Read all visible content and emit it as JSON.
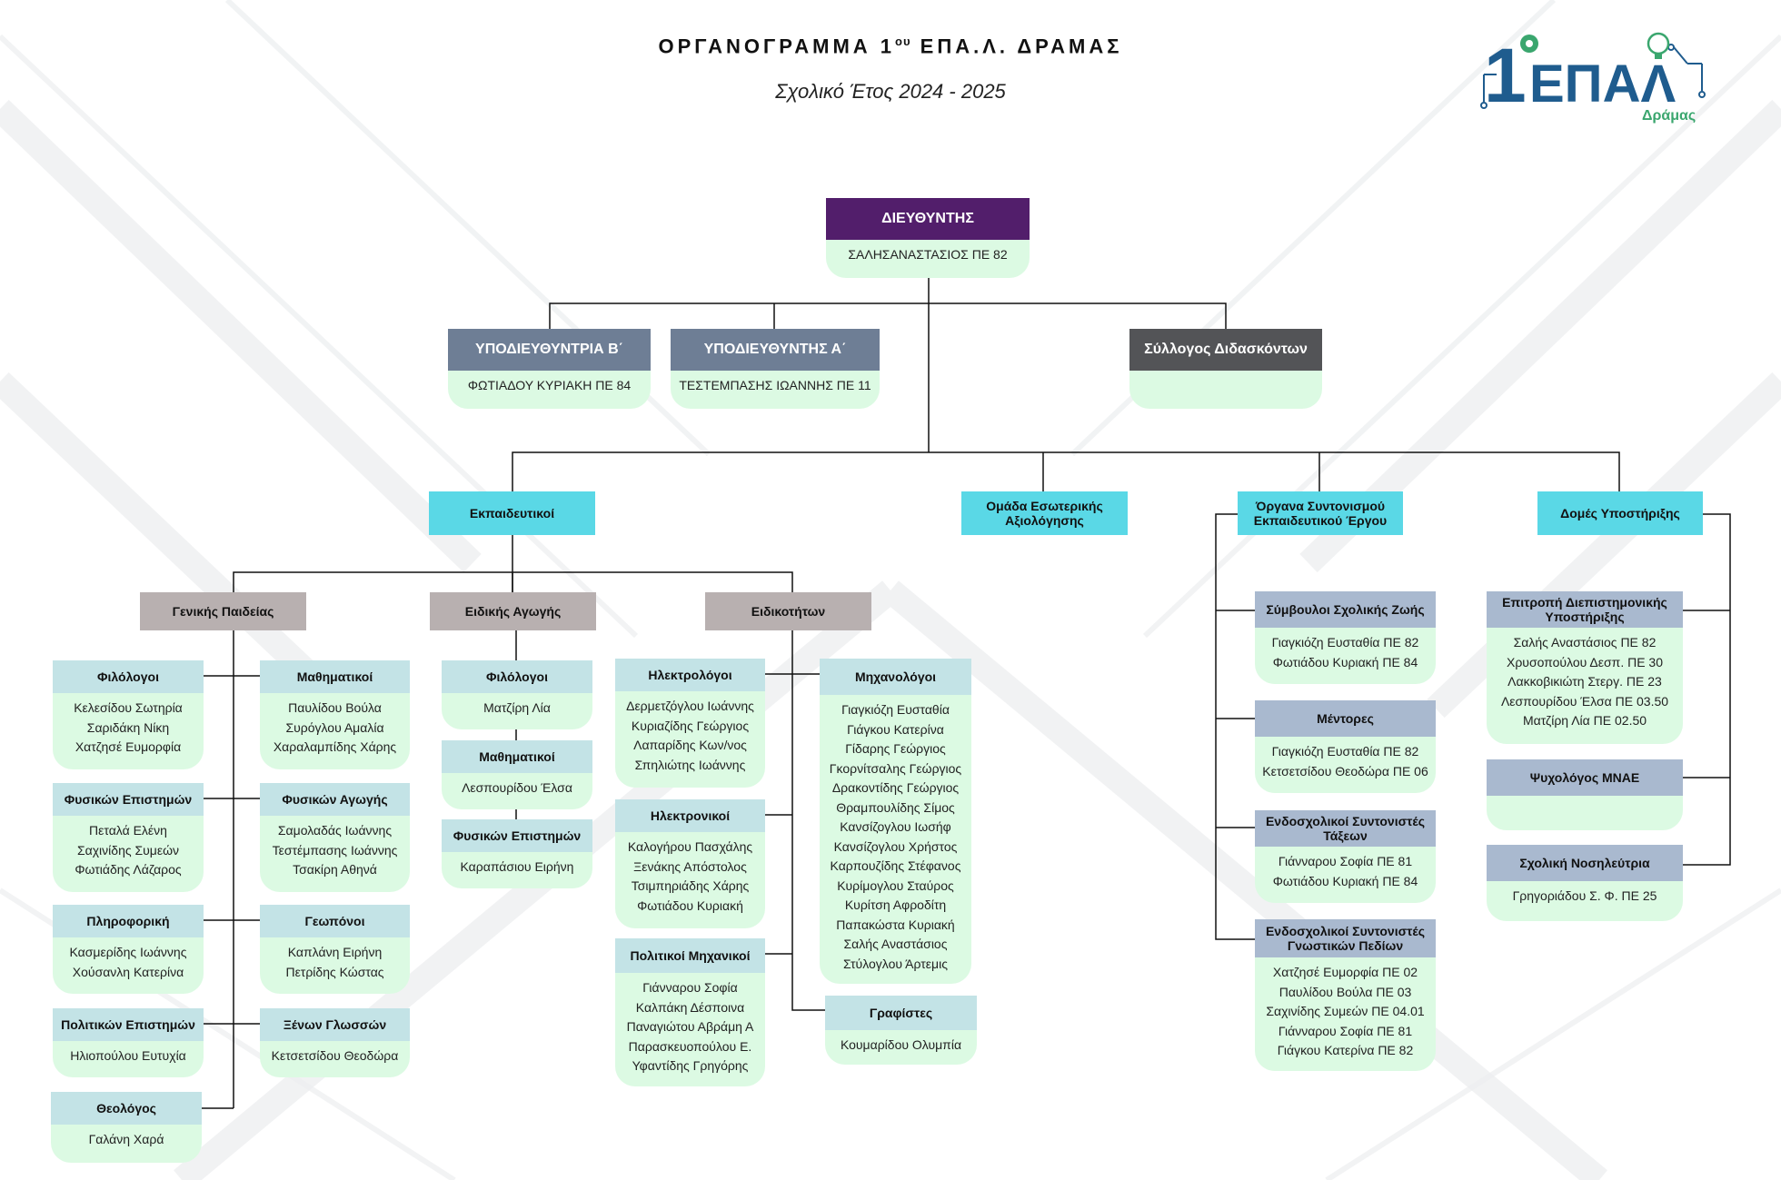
{
  "title": {
    "prefix": "ΟΡΓΑΝΟΓΡΑΜΜΑ  1",
    "sup": "ου",
    "suffix": " ΕΠΑ.Λ. ΔΡΑΜΑΣ"
  },
  "subtitle": "Σχολικό Έτος  2024 - 2025",
  "logo": {
    "numeral": "1",
    "word": "ΕΠΑΛ",
    "city": "Δράμας"
  },
  "colors": {
    "accent_purple": "#521e6b",
    "slate": "#6e7e95",
    "cyan": "#5ad8e6",
    "mint": "#dcfae3",
    "logo_blue": "#1f5c8e",
    "logo_green": "#3aa66e"
  },
  "nodes": {
    "director": {
      "title": "ΔΙΕΥΘΥΝΤΗΣ",
      "items": [
        "ΣΑΛΗΣΑΝΑΣΤΑΣΙΟΣ ΠΕ 82"
      ]
    },
    "deputy_b": {
      "title": "ΥΠΟΔΙΕΥΘΥΝΤΡΙΑ Β΄",
      "items": [
        "ΦΩΤΙΑΔΟΥ ΚΥΡΙΑΚΗ ΠΕ 84"
      ]
    },
    "deputy_a": {
      "title": "ΥΠΟΔΙΕΥΘΥΝΤΗΣ Α΄",
      "items": [
        "ΤΕΣΤΕΜΠΑΣΗΣ ΙΩΑΝΝΗΣ ΠΕ 11"
      ]
    },
    "teachers_council": {
      "title": "Σύλλογος Διδασκόντων",
      "items": []
    },
    "teachers": {
      "title": "Εκπαιδευτικοί"
    },
    "internal_evaluation": {
      "title": "Ομάδα Εσωτερικής Αξιολόγησης"
    },
    "coordination": {
      "title": "Όργανα Συντονισμού Εκπαιδευτικού Έργου"
    },
    "support": {
      "title": "Δομές Υποστήριξης"
    },
    "general_ed": {
      "title": "Γενικής Παιδείας"
    },
    "special_ed": {
      "title": "Ειδικής Αγωγής"
    },
    "specialties": {
      "title": "Ειδικοτήτων"
    },
    "philologists": {
      "title": "Φιλόλογοι",
      "items": [
        "Κελεσίδου Σωτηρία",
        "Σαριδάκη Νίκη",
        "Χατζησέ Ευμορφία"
      ]
    },
    "mathematicians": {
      "title": "Μαθηματικοί",
      "items": [
        "Παυλίδου Βούλα",
        "Συρόγλου Αμαλία",
        "Χαραλαμπίδης Χάρης"
      ]
    },
    "natural_sciences": {
      "title": "Φυσικών Επιστημών",
      "items": [
        "Πεταλά Ελένη",
        "Σαχινίδης Συμεών",
        "Φωτιάδης Λάζαρος"
      ]
    },
    "physical_ed": {
      "title": "Φυσικών Αγωγής",
      "items": [
        "Σαμολαδάς Ιωάννης",
        "Τεστέμπασης Ιωάννης",
        "Τσακίρη Αθηνά"
      ]
    },
    "informatics": {
      "title": "Πληροφορική",
      "items": [
        "Κασμερίδης Ιωάννης",
        "Χούσανλη Κατερίνα"
      ]
    },
    "agronomists": {
      "title": "Γεωπόνοι",
      "items": [
        "Καπλάνη Ειρήνη",
        "Πετρίδης Κώστας"
      ]
    },
    "political_sciences": {
      "title": "Πολιτικών Επιστημών",
      "items": [
        "Ηλιοπούλου Ευτυχία"
      ]
    },
    "foreign_languages": {
      "title": "Ξένων Γλωσσών",
      "items": [
        "Κετσετσίδου Θεοδώρα"
      ]
    },
    "theologian": {
      "title": "Θεολόγος",
      "items": [
        "Γαλάνη Χαρά"
      ]
    },
    "special_philologists": {
      "title": "Φιλόλογοι",
      "items": [
        "Ματζίρη Λία"
      ]
    },
    "special_mathematicians": {
      "title": "Μαθηματικοί",
      "items": [
        "Λεσπουρίδου Έλσα"
      ]
    },
    "special_natural_sciences": {
      "title": "Φυσικών Επιστημών",
      "items": [
        "Καραπάσιου Ειρήνη"
      ]
    },
    "electricians": {
      "title": "Ηλεκτρολόγοι",
      "items": [
        "Δερμετζόγλου Ιωάννης",
        "Κυριαζίδης Γεώργιος",
        "Λαπαρίδης Κων/νος",
        "Σπηλιώτης Ιωάννης"
      ]
    },
    "mechanical": {
      "title": "Μηχανολόγοι",
      "items": [
        "Γιαγκιόζη Ευσταθία",
        "Γιάγκου Κατερίνα",
        "Γίδαρης Γεώργιος",
        "Γκορνίτσαλης Γεώργιος",
        "Δρακοντίδης Γεώργιος",
        "Θραμπουλίδης Σίμος",
        "Κανσίζογλου Ιωσήφ",
        "Κανσίζογλου Χρήστος",
        "Καρπουζίδης Στέφανος",
        "Κυρίμογλου Σταύρος",
        "Κυρίτση Αφροδίτη",
        "Παπακώστα Κυριακή",
        "Σαλής Αναστάσιος",
        "Στύλογλου Άρτεμις"
      ]
    },
    "electronics": {
      "title": "Ηλεκτρονικοί",
      "items": [
        "Καλογήρου Πασχάλης",
        "Ξενάκης Απόστολος",
        "Τσιμπηριάδης Χάρης",
        "Φωτιάδου Κυριακή"
      ]
    },
    "civil_engineers": {
      "title": "Πολιτικοί Μηχανικοί",
      "items": [
        "Γιάνναρου Σοφία",
        "Καλπάκη Δέσποινα",
        "Παναγιώτου Αβράμη Α",
        "Παρασκευοπούλου Ε.",
        "Υφαντίδης Γρηγόρης"
      ]
    },
    "graphic_designers": {
      "title": "Γραφίστες",
      "items": [
        "Κουμαρίδου Ολυμπία"
      ]
    },
    "school_life_advisors": {
      "title": "Σύμβουλοι Σχολικής Ζωής",
      "items": [
        "Γιαγκιόζη Ευσταθία ΠΕ 82",
        "Φωτιάδου Κυριακή ΠΕ 84"
      ]
    },
    "mentors": {
      "title": "Μέντορες",
      "items": [
        "Γιαγκιόζη Ευσταθία ΠΕ 82",
        "Κετσετσίδου Θεοδώρα ΠΕ 06"
      ]
    },
    "class_coordinators": {
      "title": "Ενδοσχολικοί Συντονιστές Τάξεων",
      "items": [
        "Γιάνναρου Σοφία ΠΕ 81",
        "Φωτιάδου Κυριακή ΠΕ 84"
      ]
    },
    "field_coordinators": {
      "title": "Ενδοσχολικοί Συντονιστές Γνωστικών Πεδίων",
      "items": [
        "Χατζησέ Ευμορφία ΠΕ 02",
        "Παυλίδου Βούλα ΠΕ 03",
        "Σαχινίδης Συμεών ΠΕ 04.01",
        "Γιάνναρου Σοφία ΠΕ 81",
        "Γιάγκου Κατερίνα ΠΕ 82"
      ]
    },
    "interdisciplinary_committee": {
      "title": "Επιτροπή Διεπιστημονικής Υποστήριξης",
      "items": [
        "Σαλής Αναστάσιος ΠΕ 82",
        "Χρυσοπούλου Δεσπ. ΠΕ 30",
        "Λακκοβικιώτη Στεργ. ΠΕ 23",
        "Λεσπουρίδου Έλσα ΠΕ 03.50",
        "Ματζίρη Λία ΠΕ 02.50"
      ]
    },
    "psychologist": {
      "title": "Ψυχολόγος ΜΝΑΕ",
      "items": []
    },
    "school_nurse": {
      "title": "Σχολική Νοσηλεύτρια",
      "items": [
        "Γρηγοριάδου Σ. Φ. ΠΕ 25"
      ]
    }
  }
}
